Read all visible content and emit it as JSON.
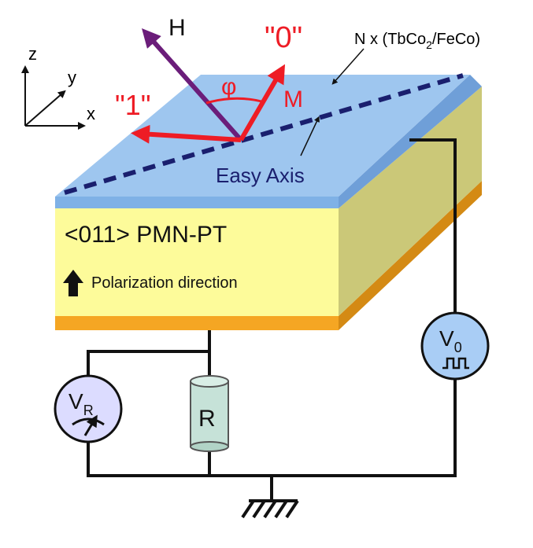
{
  "axes": {
    "z": "z",
    "y": "y",
    "x": "x"
  },
  "layer_label": {
    "prefix": "N x (TbCo",
    "sub": "2",
    "suffix": "/FeCo)"
  },
  "vectors": {
    "H": "H",
    "M": "M",
    "angle": "φ",
    "state0": "\"0\"",
    "state1": "\"1\""
  },
  "easy_axis_label": "Easy Axis",
  "substrate": {
    "label": "<011> PMN-PT",
    "polarization": "Polarization direction"
  },
  "components": {
    "vr": {
      "main": "V",
      "sub": "R"
    },
    "v0": {
      "main": "V",
      "sub": "0"
    },
    "resistor": "R"
  },
  "colors": {
    "film_top": "#9ec6ef",
    "film_side": "#6f9fd8",
    "pmn_front": "#fdfb9a",
    "pmn_side": "#cbc878",
    "bottom_electrode": "#f5a623",
    "easy_axis": "#1a1f6e",
    "arrow_red": "#ee1c25",
    "arrow_h": "#6b1d7a",
    "meter_vr": "#dcdcff",
    "meter_v0": "#a9cdf5",
    "resistor": "#c6e2d8"
  }
}
